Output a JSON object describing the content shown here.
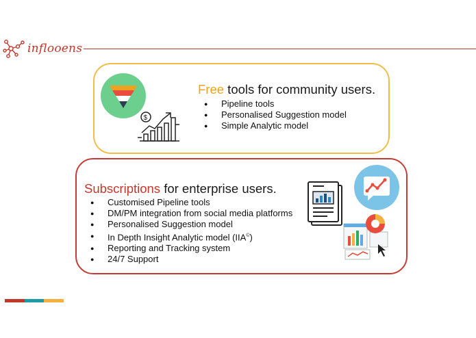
{
  "brand": {
    "name": "inflooens",
    "logo_icon": "network-nodes-icon",
    "color": "#c0392b"
  },
  "free_section": {
    "highlight": "Free",
    "title_rest": " tools for community users.",
    "accent_color": "#f0a21f",
    "border_color": "#f1bd45",
    "items": [
      "Pipeline tools",
      "Personalised Suggestion model",
      "Simple Analytic model"
    ],
    "icons": [
      "funnel-icon",
      "growth-chart-icon"
    ]
  },
  "subscription_section": {
    "highlight": "Subscriptions",
    "title_rest": " for enterprise users.",
    "accent_color": "#c0392b",
    "border_color": "#c53b36",
    "items": [
      "Customised Pipeline tools",
      "DM/PM integration from social media platforms",
      "Personalised Suggestion model",
      "In Depth Insight Analytic model (IIA",
      "Reporting and Tracking system",
      "24/7 Support"
    ],
    "iia_mark": "©",
    "iia_close": ")",
    "icons": [
      "report-document-icon",
      "trend-line-icon",
      "dashboard-charts-icon"
    ]
  },
  "footer_colors": [
    "#c0392b",
    "#1e9aa8",
    "#f5b041"
  ]
}
